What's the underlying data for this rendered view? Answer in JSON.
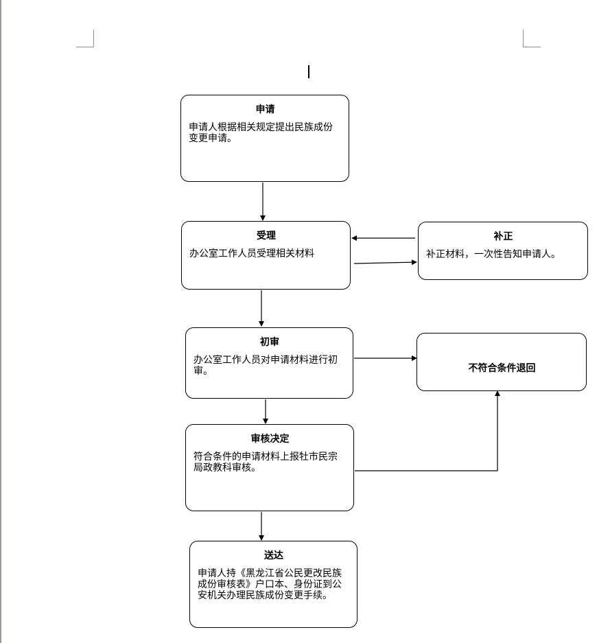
{
  "flowchart": {
    "apply": {
      "title": "申请",
      "body": "申请人根据相关规定提出民族成份变更申请。"
    },
    "accept": {
      "title": "受理",
      "body": "办公室工作人员受理相关材料"
    },
    "correct": {
      "title": "补正",
      "body": "补正材料，一次性告知申请人。"
    },
    "first_review": {
      "title": "初审",
      "body": "办公室工作人员对申请材料进行初审。"
    },
    "reject": {
      "title": "不符合条件退回"
    },
    "decision": {
      "title": "审核决定",
      "body": "符合条件的申请材料上报牡市民宗局政教科审核。"
    },
    "deliver": {
      "title": "送达",
      "body": "申请人持《黑龙江省公民更改民族成份审核表》户口本、身份证到公安机关办理民族成份变更手续。"
    }
  },
  "colors": {
    "border": "#000000",
    "background": "#ffffff",
    "page_edge": "#9a9aa6"
  }
}
